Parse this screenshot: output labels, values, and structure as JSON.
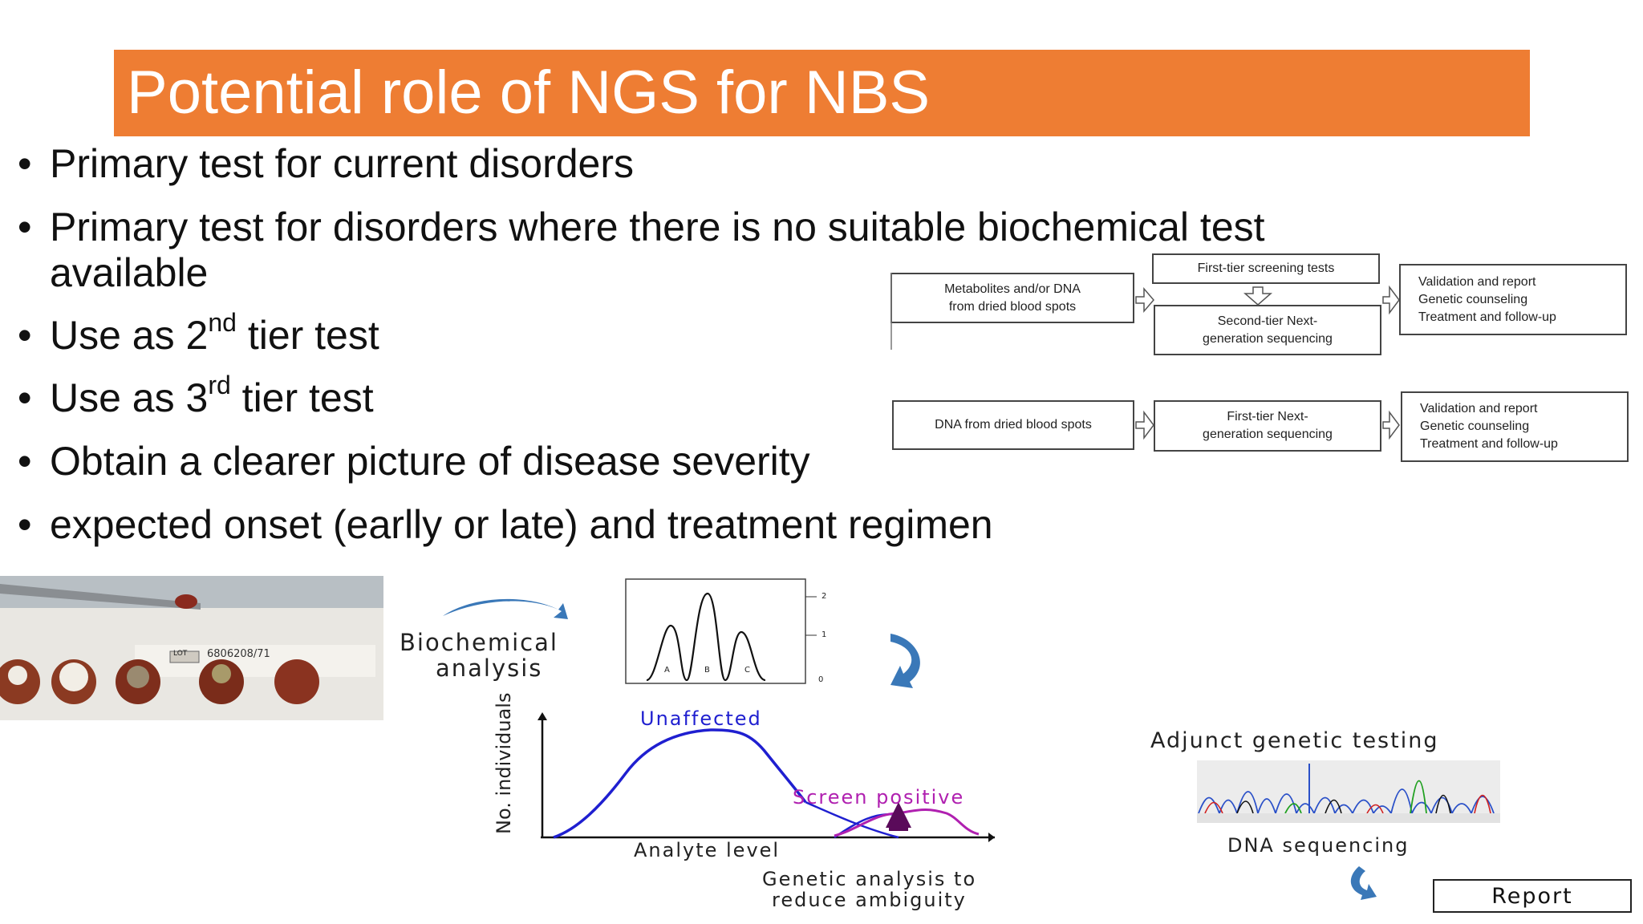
{
  "slide": {
    "title": "Potential role of NGS for NBS",
    "bullets": [
      {
        "text": "Primary test for current disorders"
      },
      {
        "text": "Primary test for disorders where there is no suitable biochemical test",
        "cont": "available"
      },
      {
        "pre": "Use as 2",
        "sup": "nd",
        "post": " tier test"
      },
      {
        "pre": "Use as 3",
        "sup": "rd",
        "post": " tier test"
      },
      {
        "text": "Obtain a clearer picture of disease severity"
      },
      {
        "text": "expected onset (earlly or late) and treatment regimen"
      }
    ],
    "bullet_glyph": "•"
  },
  "flow": {
    "row1": {
      "source_line1": "Metabolites and/or DNA",
      "source_line2": "from dried blood spots",
      "tier1": "First-tier screening tests",
      "tier2_line1": "Second-tier Next-",
      "tier2_line2": "generation sequencing",
      "result_line1": "Validation and report",
      "result_line2": "Genetic counseling",
      "result_line3": "Treatment and follow-up"
    },
    "row2": {
      "source": "DNA from dried blood spots",
      "tier1_line1": "First-tier Next-",
      "tier1_line2": "generation sequencing",
      "result_line1": "Validation and report",
      "result_line2": "Genetic counseling",
      "result_line3": "Treatment and follow-up"
    }
  },
  "photo": {
    "lot_prefix": "LOT",
    "lot_number": "6806208/71"
  },
  "bottom": {
    "biochem_line1": "Biochemical",
    "biochem_line2": "analysis",
    "peak_labels": [
      "A",
      "B",
      "C"
    ],
    "peak_ticks": [
      "2",
      "1",
      "0"
    ],
    "unaffected": "Unaffected",
    "screen_positive": "Screen positive",
    "y_axis": "No. individuals",
    "x_axis": "Analyte level",
    "genetic_line1": "Genetic analysis to",
    "genetic_line2": "reduce ambiguity",
    "adjunct": "Adjunct genetic testing",
    "dna_seq": "DNA sequencing",
    "report": "Report"
  },
  "colors": {
    "title_band": "#ee7d33",
    "unaffected": "#1f1fd0",
    "screen_positive": "#b020b0",
    "arrow_blue": "#3a78b8",
    "genetic_arrow": "#5a0a5a"
  }
}
